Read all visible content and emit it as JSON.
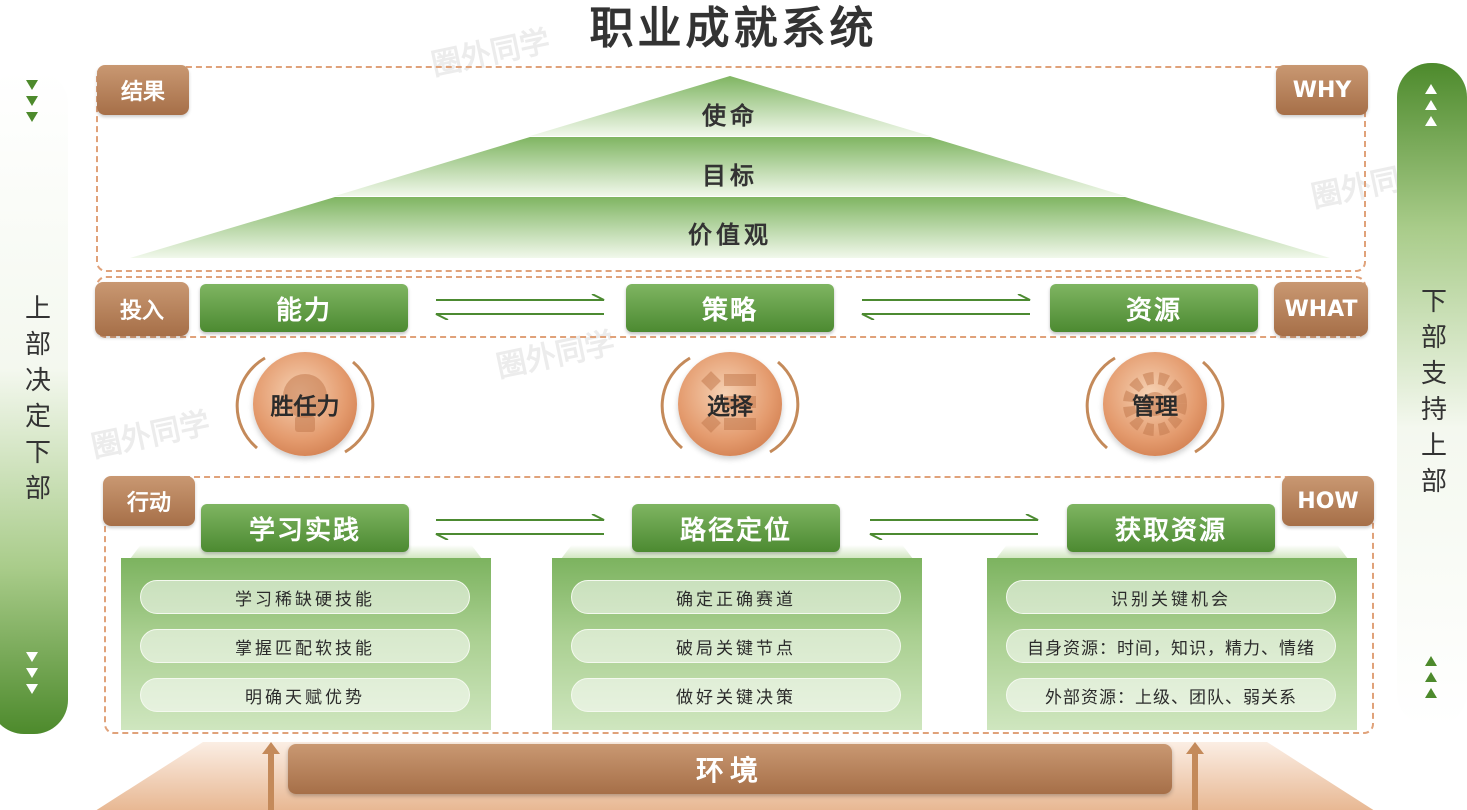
{
  "title": "职业成就系统",
  "side": {
    "left": "上部决定下部",
    "right": "下部支持上部"
  },
  "tags": {
    "result": "结果",
    "why": "WHY",
    "input": "投入",
    "what": "WHAT",
    "action": "行动",
    "how": "HOW"
  },
  "pyramid": [
    "使命",
    "目标",
    "价值观"
  ],
  "inputs": [
    "能力",
    "策略",
    "资源"
  ],
  "circles": [
    "胜任力",
    "选择",
    "管理"
  ],
  "actions": [
    "学习实践",
    "路径定位",
    "获取资源"
  ],
  "panels": [
    [
      "学习稀缺硬技能",
      "掌握匹配软技能",
      "明确天赋优势"
    ],
    [
      "确定正确赛道",
      "破局关键节点",
      "做好关键决策"
    ],
    [
      "识别关键机会",
      "自身资源：时间，知识，精力、情绪",
      "外部资源：上级、团队、弱关系"
    ]
  ],
  "environment": "环境",
  "watermark": "圈外同学",
  "colors": {
    "green_dark": "#4c8a31",
    "green_light": "#a9cf90",
    "brown": "#a66f48",
    "dash": "#e0a27a"
  }
}
